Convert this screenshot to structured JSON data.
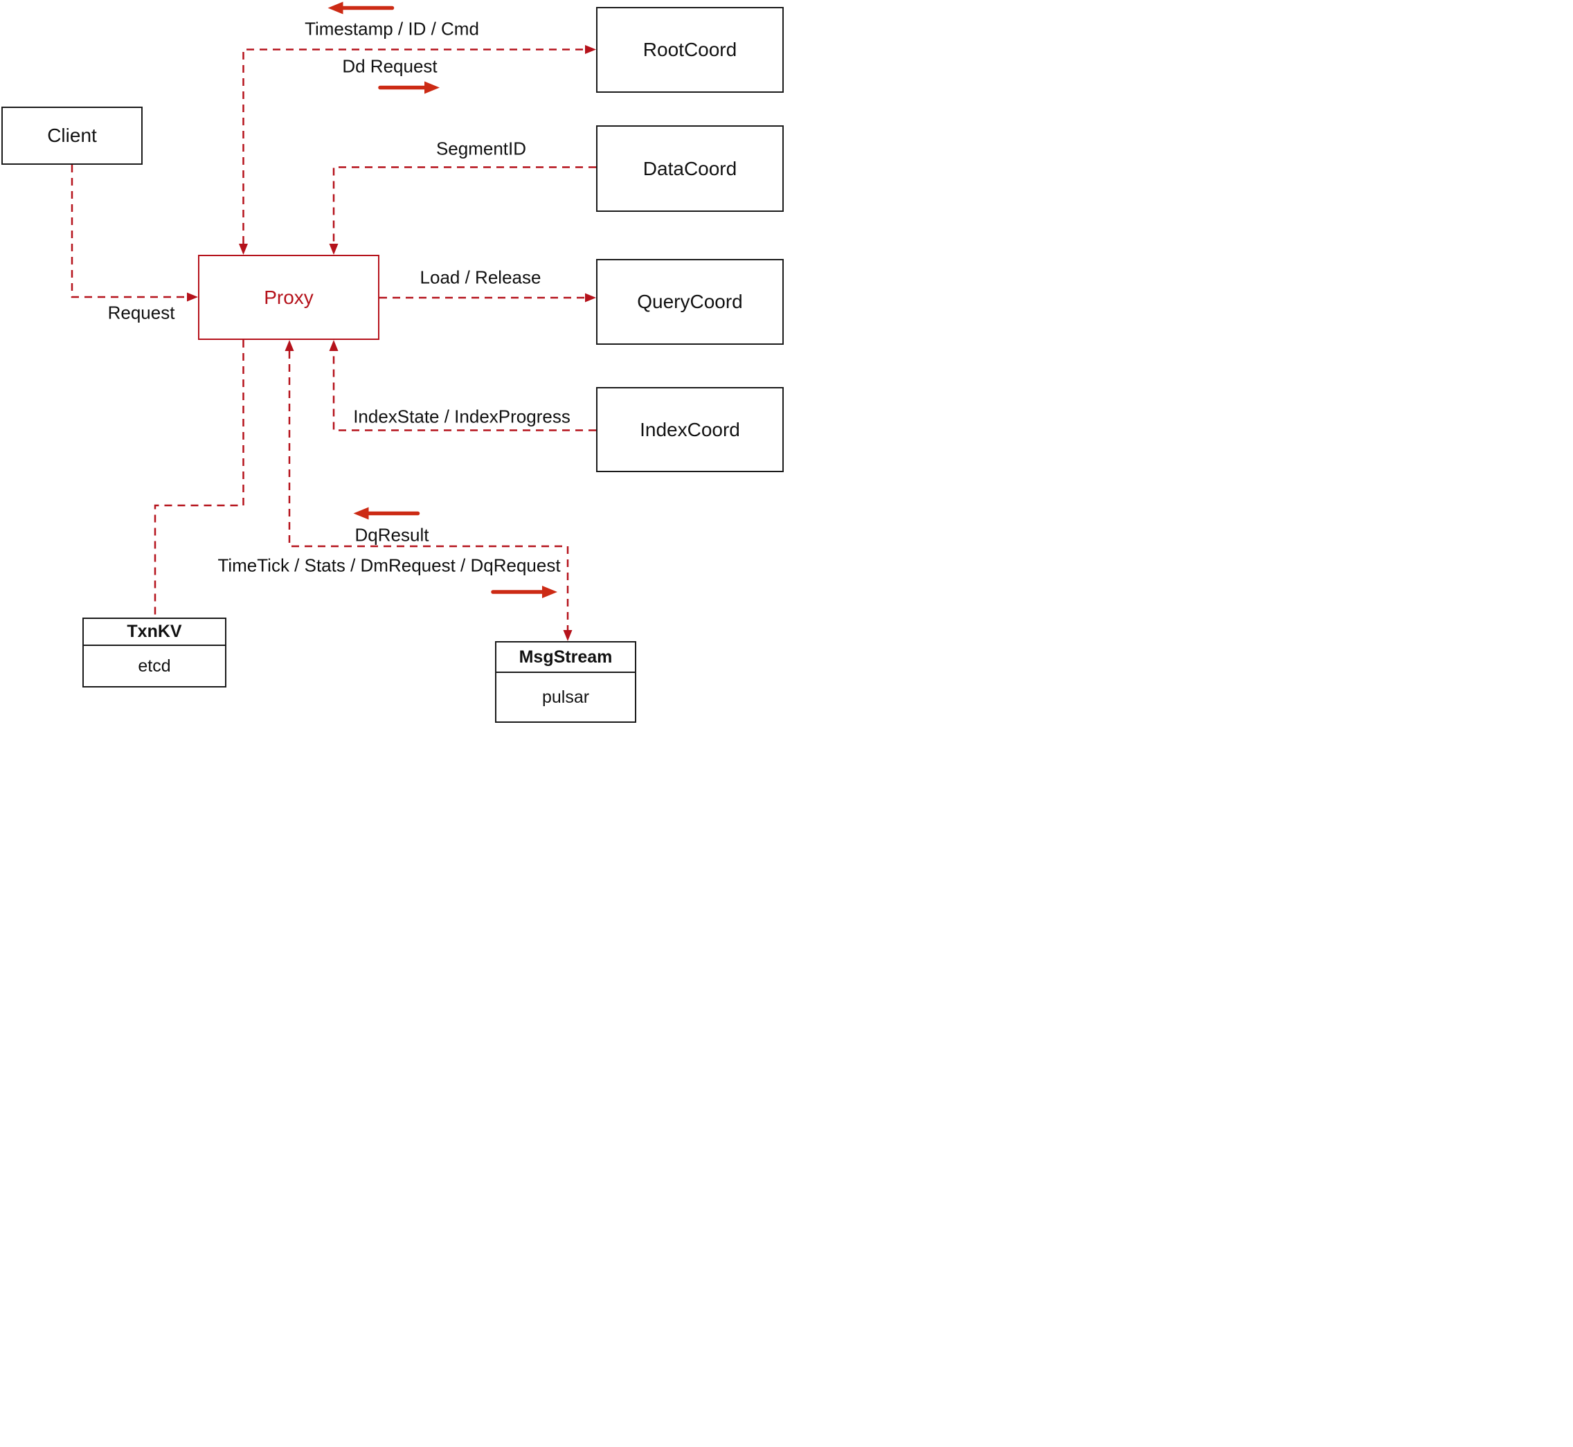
{
  "diagram": {
    "type": "architecture-flow-diagram",
    "colors": {
      "line": "#B5121B",
      "arrow": "#CC2A14",
      "box_border": "#1A1A1A",
      "text": "#111111",
      "background": "#FFFFFF"
    },
    "nodes": {
      "client": {
        "label": "Client"
      },
      "proxy": {
        "label": "Proxy"
      },
      "rootcoord": {
        "label": "RootCoord"
      },
      "datacoord": {
        "label": "DataCoord"
      },
      "querycoord": {
        "label": "QueryCoord"
      },
      "indexcoord": {
        "label": "IndexCoord"
      },
      "txnkv": {
        "title": "TxnKV",
        "subtitle": "etcd"
      },
      "msgstream": {
        "title": "MsgStream",
        "subtitle": "pulsar"
      }
    },
    "edge_labels": {
      "timestamp": "Timestamp / ID / Cmd",
      "dd_request": "Dd Request",
      "request": "Request",
      "segment_id": "SegmentID",
      "load_release": "Load / Release",
      "index_state": "IndexState / IndexProgress",
      "dq_result": "DqResult",
      "time_tick": "TimeTick / Stats / DmRequest / DqRequest"
    },
    "edges": [
      {
        "from": "client",
        "to": "proxy",
        "label_key": "request",
        "style": "dashed-arrow"
      },
      {
        "from": "proxy",
        "to": "rootcoord",
        "label_key": "dd_request",
        "return_label_key": "timestamp",
        "style": "dashed-arrow-both"
      },
      {
        "from": "datacoord",
        "to": "proxy",
        "label_key": "segment_id",
        "style": "dashed-arrow"
      },
      {
        "from": "proxy",
        "to": "querycoord",
        "label_key": "load_release",
        "style": "dashed-arrow"
      },
      {
        "from": "indexcoord",
        "to": "proxy",
        "label_key": "index_state",
        "style": "dashed-arrow"
      },
      {
        "from": "proxy",
        "to": "msgstream",
        "label_key": "time_tick",
        "return_label_key": "dq_result",
        "style": "dashed-arrow-both"
      },
      {
        "from": "proxy",
        "to": "txnkv",
        "label_key": null,
        "style": "dashed"
      }
    ]
  }
}
